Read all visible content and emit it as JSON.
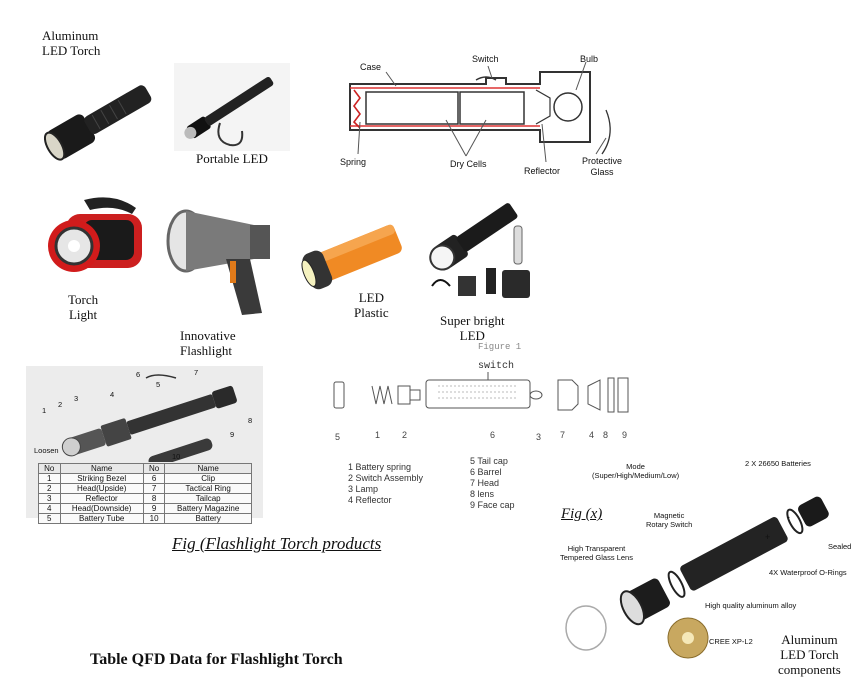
{
  "products": {
    "aluminum_led_torch": "Aluminum\nLED Torch",
    "portable_led": "Portable LED",
    "torch_light": "Torch\nLight",
    "innovative_flashlight": "Innovative\nFlashlight",
    "led_plastic": "LED\nPlastic",
    "super_bright_led": "Super bright\nLED"
  },
  "circuit": {
    "case": "Case",
    "switch": "Switch",
    "bulb": "Bulb",
    "spring": "Spring",
    "dry_cells": "Dry Cells",
    "reflector": "Reflector",
    "protective_glass": "Protective\nGlass"
  },
  "exploded": {
    "loosen": "Loosen",
    "callouts": [
      "1",
      "2",
      "3",
      "4",
      "5",
      "6",
      "7",
      "8",
      "9",
      "10"
    ],
    "table": {
      "headers": [
        "No",
        "Name",
        "No",
        "Name"
      ],
      "rows": [
        [
          "1",
          "Striking Bezel",
          "6",
          "Clip"
        ],
        [
          "2",
          "Head(Upside)",
          "7",
          "Tactical Ring"
        ],
        [
          "3",
          "Reflector",
          "8",
          "Tailcap"
        ],
        [
          "4",
          "Head(Downside)",
          "9",
          "Battery Magazine"
        ],
        [
          "5",
          "Battery Tube",
          "10",
          "Battery"
        ]
      ]
    }
  },
  "figure1": {
    "title": "Figure 1",
    "switch_label": "switch",
    "numbers": [
      "5",
      "1",
      "2",
      "6",
      "3",
      "7",
      "4",
      "8",
      "9"
    ],
    "legend_left": [
      "1 Battery spring",
      "2 Switch Assembly",
      "3 Lamp",
      "4 Reflector"
    ],
    "legend_right": [
      "5 Tail cap",
      "6 Barrel",
      "7 Head",
      "8 lens",
      "9 Face cap"
    ]
  },
  "components": {
    "fig_label": "Fig (x)",
    "mode": "Mode\n(Super/High/Medium/Low)",
    "batteries": "2 X 26650 Batteries",
    "magnetic_switch": "Magnetic\nRotary Switch",
    "glass_lens": "High Transparent\nTempered Glass Lens",
    "sealed": "Sealed",
    "o_rings": "4X Waterproof O-Rings",
    "alloy": "High quality aluminum alloy",
    "cree": "CREE XP-L2",
    "plus": "+",
    "minus": "-",
    "title": "Aluminum\nLED Torch\ncomponents"
  },
  "captions": {
    "fig_products": "Fig (Flashlight Torch products",
    "table_title": "Table QFD Data for Flashlight Torch"
  }
}
